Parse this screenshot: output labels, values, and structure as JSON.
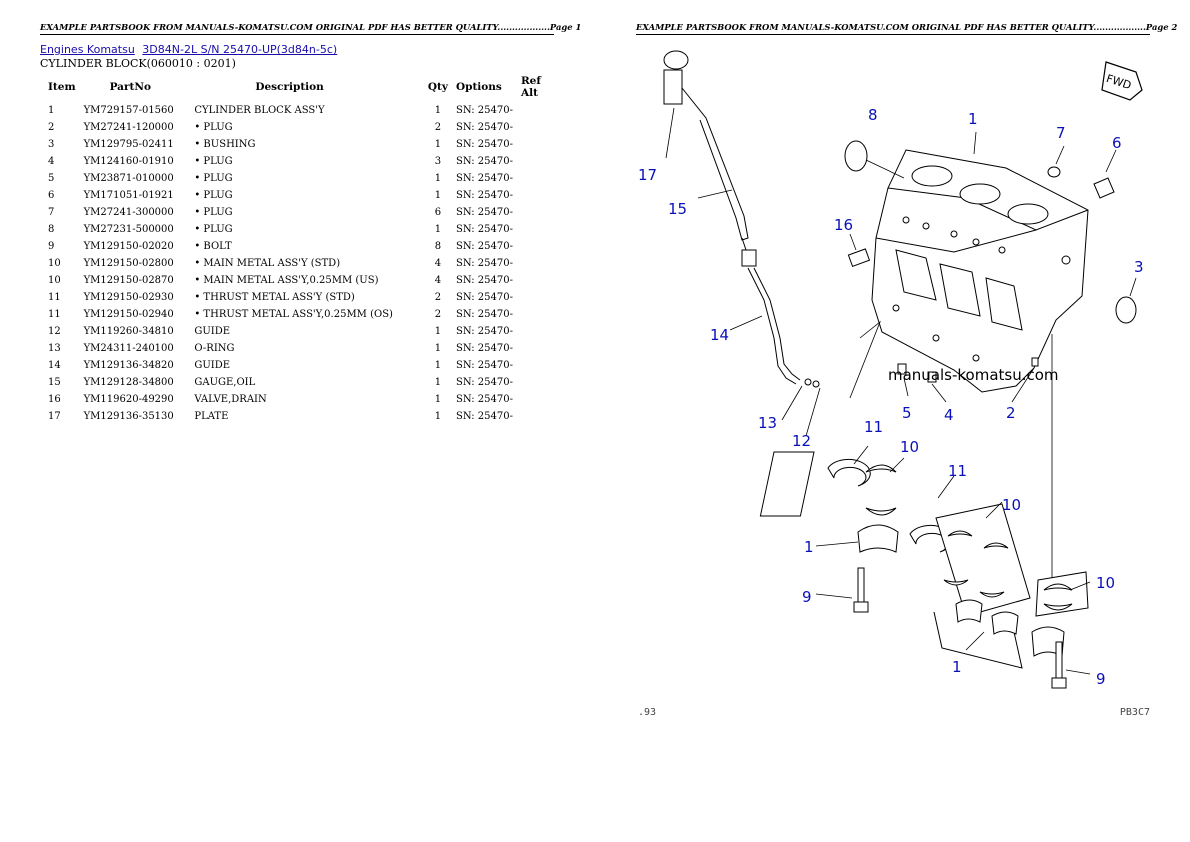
{
  "left_page": {
    "header": "EXAMPLE PARTSBOOK FROM MANUALS-KOMATSU.COM ORIGINAL PDF HAS BETTER QUALITY..................Page 1",
    "breadcrumb": [
      {
        "label": "Engines Komatsu"
      },
      {
        "label": "3D84N-2L S/N 25470-UP(3d84n-5c)"
      }
    ],
    "section_title": "CYLINDER BLOCK(060010 : 0201)",
    "table": {
      "headers": [
        "Item",
        "PartNo",
        "Description",
        "Qty",
        "Options",
        "Ref Alt"
      ],
      "rows": [
        [
          "1",
          "YM729157-01560",
          "CYLINDER BLOCK ASS'Y",
          "1",
          "SN: 25470-",
          ""
        ],
        [
          "2",
          "YM27241-120000",
          "• PLUG",
          "2",
          "SN: 25470-",
          ""
        ],
        [
          "3",
          "YM129795-02411",
          "• BUSHING",
          "1",
          "SN: 25470-",
          ""
        ],
        [
          "4",
          "YM124160-01910",
          "• PLUG",
          "3",
          "SN: 25470-",
          ""
        ],
        [
          "5",
          "YM23871-010000",
          "• PLUG",
          "1",
          "SN: 25470-",
          ""
        ],
        [
          "6",
          "YM171051-01921",
          "• PLUG",
          "1",
          "SN: 25470-",
          ""
        ],
        [
          "7",
          "YM27241-300000",
          "• PLUG",
          "6",
          "SN: 25470-",
          ""
        ],
        [
          "8",
          "YM27231-500000",
          "• PLUG",
          "1",
          "SN: 25470-",
          ""
        ],
        [
          "9",
          "YM129150-02020",
          "• BOLT",
          "8",
          "SN: 25470-",
          ""
        ],
        [
          "10",
          "YM129150-02800",
          "• MAIN METAL ASS'Y (STD)",
          "4",
          "SN: 25470-",
          ""
        ],
        [
          "10",
          "YM129150-02870",
          "• MAIN METAL ASS'Y,0.25MM (US)",
          "4",
          "SN: 25470-",
          ""
        ],
        [
          "11",
          "YM129150-02930",
          "• THRUST METAL ASS'Y (STD)",
          "2",
          "SN: 25470-",
          ""
        ],
        [
          "11",
          "YM129150-02940",
          "• THRUST METAL ASS'Y,0.25MM (OS)",
          "2",
          "SN: 25470-",
          ""
        ],
        [
          "12",
          "YM119260-34810",
          "GUIDE",
          "1",
          "SN: 25470-",
          ""
        ],
        [
          "13",
          "YM24311-240100",
          "O-RING",
          "1",
          "SN: 25470-",
          ""
        ],
        [
          "14",
          "YM129136-34820",
          "GUIDE",
          "1",
          "SN: 25470-",
          ""
        ],
        [
          "15",
          "YM129128-34800",
          "GAUGE,OIL",
          "1",
          "SN: 25470-",
          ""
        ],
        [
          "16",
          "YM119620-49290",
          "VALVE,DRAIN",
          "1",
          "SN: 25470-",
          ""
        ],
        [
          "17",
          "YM129136-35130",
          "PLATE",
          "1",
          "SN: 25470-",
          ""
        ]
      ]
    }
  },
  "right_page": {
    "header": "EXAMPLE PARTSBOOK FROM MANUALS-KOMATSU.COM ORIGINAL PDF HAS BETTER QUALITY..................Page 2",
    "watermark": "manuals-komatsu.com",
    "footer_left": ".93",
    "footer_right": "PB3C7",
    "fwd_label": "FWD",
    "callouts": [
      "17",
      "15",
      "8",
      "1",
      "7",
      "6",
      "16",
      "3",
      "14",
      "5",
      "4",
      "2",
      "13",
      "12",
      "11",
      "10",
      "11",
      "10",
      "1",
      "9",
      "10",
      "1",
      "9"
    ],
    "colors": {
      "callout": "#0a10b8",
      "line": "#000000"
    }
  }
}
